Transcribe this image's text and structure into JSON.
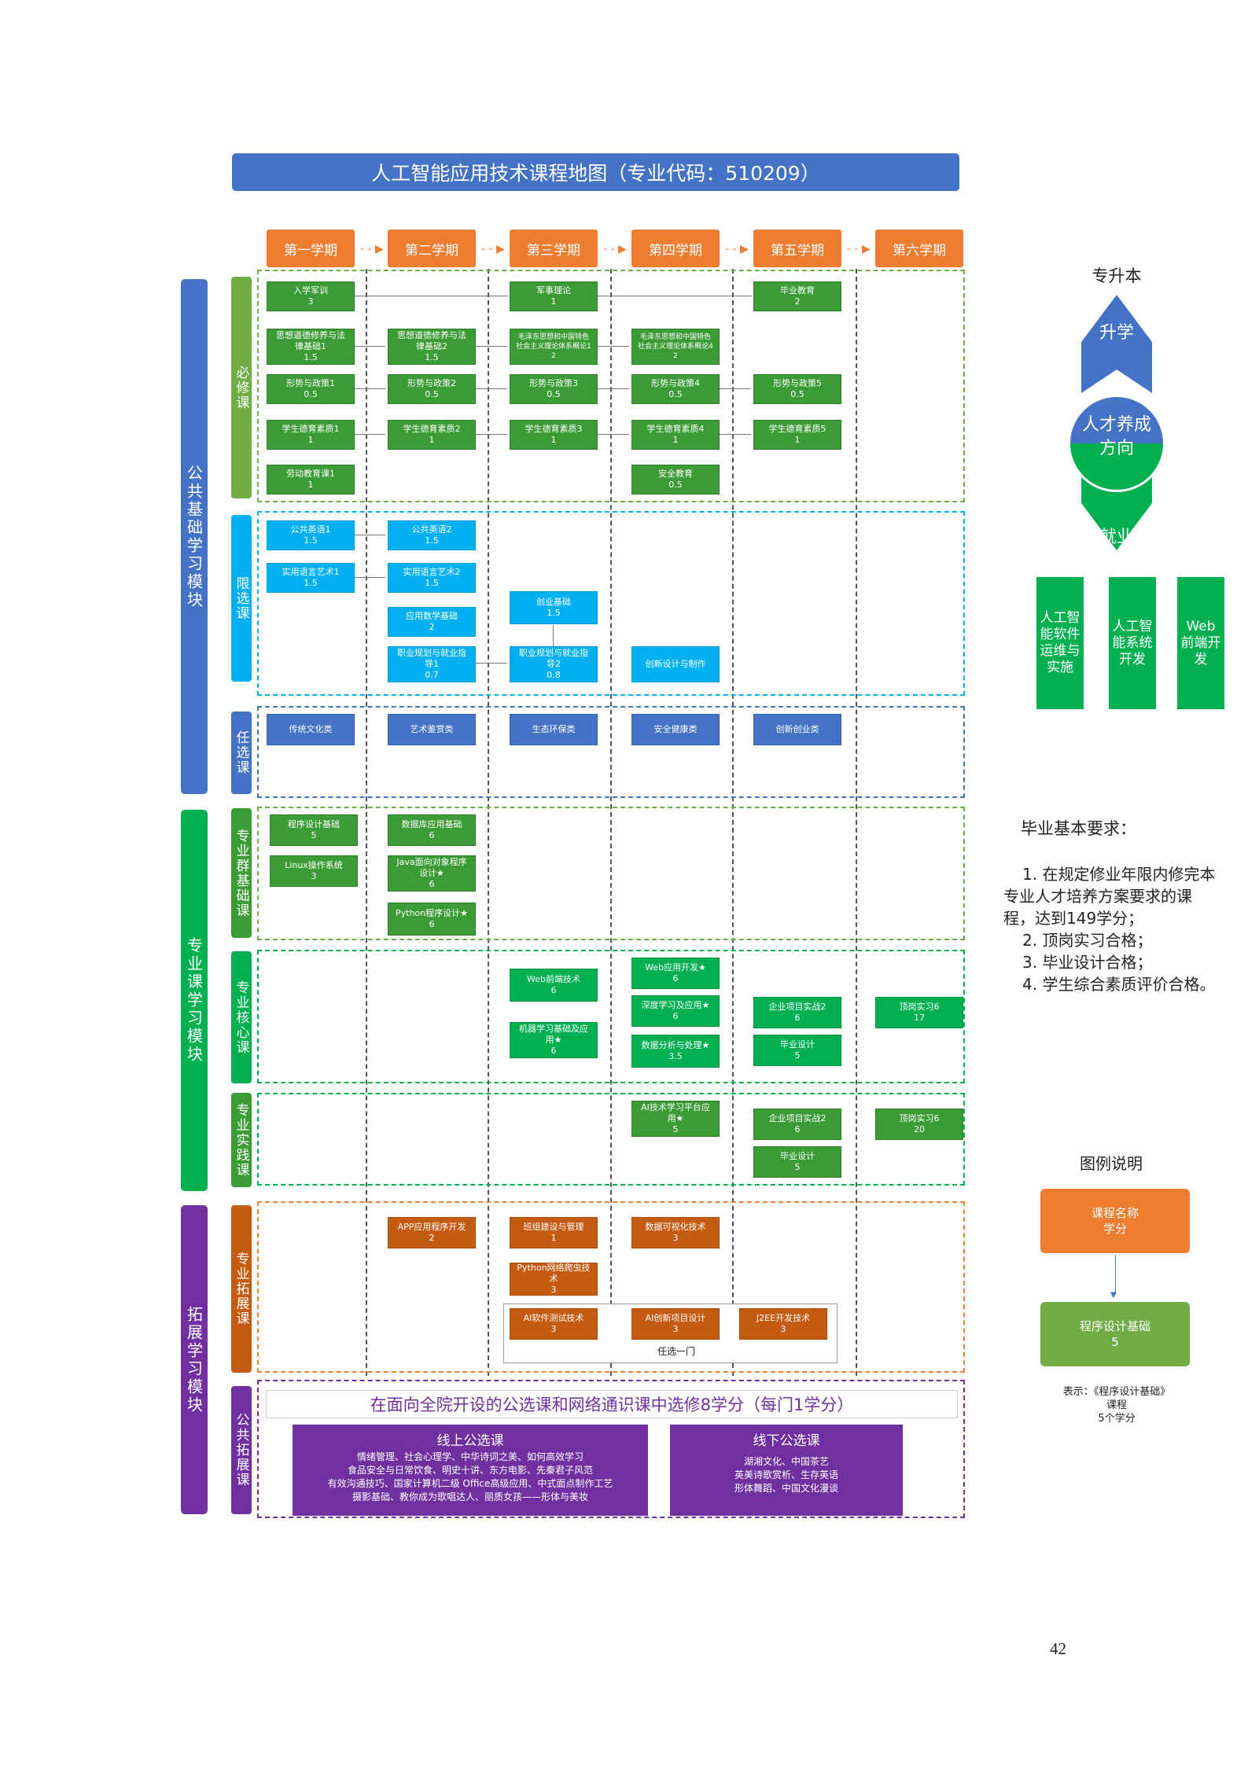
{
  "title": "人工智能应用技术课程地图（专业代码：510209）",
  "semesters": [
    "第一学期",
    "第二学期",
    "第三学期",
    "第四学期",
    "第五学期",
    "第六学期"
  ],
  "modules": {
    "public": "公共基础学习模块",
    "major": "专业课学习模块",
    "extend": "拓展学习模块"
  },
  "submodules": {
    "required": "必修课",
    "limited": "限选课",
    "optional": "任选课",
    "group_basic": "专业群基础课",
    "core": "专业核心课",
    "practice": "专业实践课",
    "expansion": "专业拓展课",
    "public_expansion": "公共拓展课"
  },
  "courses": {
    "c1": {
      "name": "入学军训",
      "credit": "3"
    },
    "c2": {
      "name": "军事理论",
      "credit": "1"
    },
    "c3": {
      "name": "毕业教育",
      "credit": "2"
    },
    "c4": {
      "name": "思想道德修养与法律基础1",
      "credit": "1.5"
    },
    "c5": {
      "name": "思想道德修养与法律基础2",
      "credit": "1.5"
    },
    "c6": {
      "name": "毛泽东思想和中国特色社会主义理论体系概论1",
      "credit": "2"
    },
    "c7": {
      "name": "毛泽东思想和中国特色社会主义理论体系概论4",
      "credit": "2"
    },
    "c8": {
      "name": "形势与政策1",
      "credit": "0.5"
    },
    "c9": {
      "name": "形势与政策2",
      "credit": "0.5"
    },
    "c10": {
      "name": "形势与政策3",
      "credit": "0.5"
    },
    "c11": {
      "name": "形势与政策4",
      "credit": "0.5"
    },
    "c12": {
      "name": "形势与政策5",
      "credit": "0.5"
    },
    "c13": {
      "name": "学生德育素质1",
      "credit": "1"
    },
    "c14": {
      "name": "学生德育素质2",
      "credit": "1"
    },
    "c15": {
      "name": "学生德育素质3",
      "credit": "1"
    },
    "c16": {
      "name": "学生德育素质4",
      "credit": "1"
    },
    "c17": {
      "name": "学生德育素质5",
      "credit": "1"
    },
    "c18": {
      "name": "劳动教育课1",
      "credit": "1"
    },
    "c19": {
      "name": "安全教育",
      "credit": "0.5"
    },
    "c20": {
      "name": "公共英语1",
      "credit": "1.5"
    },
    "c21": {
      "name": "公共英语2",
      "credit": "1.5"
    },
    "c22": {
      "name": "实用语言艺术1",
      "credit": "1.5"
    },
    "c23": {
      "name": "实用语言艺术2",
      "credit": "1.5"
    },
    "c24": {
      "name": "应用数学基础",
      "credit": "2"
    },
    "c25": {
      "name": "创业基础",
      "credit": "1.5"
    },
    "c26": {
      "name": "职业规划与就业指导1",
      "credit": "0.7"
    },
    "c27": {
      "name": "职业规划与就业指导2",
      "credit": "0.8"
    },
    "c28": {
      "name": "创新设计与制作",
      "credit": ""
    },
    "c29": {
      "name": "传统文化类",
      "credit": ""
    },
    "c30": {
      "name": "艺术鉴赏类",
      "credit": ""
    },
    "c31": {
      "name": "生态环保类",
      "credit": ""
    },
    "c32": {
      "name": "安全健康类",
      "credit": ""
    },
    "c33": {
      "name": "创新创业类",
      "credit": ""
    },
    "c34": {
      "name": "程序设计基础",
      "credit": "5"
    },
    "c35": {
      "name": "Linux操作系统",
      "credit": "3"
    },
    "c36": {
      "name": "数据库应用基础",
      "credit": "6"
    },
    "c37": {
      "name": "Java面向对象程序设计★",
      "credit": "6"
    },
    "c38": {
      "name": "Python程序设计★",
      "credit": "6"
    },
    "c39": {
      "name": "Web前端技术",
      "credit": "6"
    },
    "c40": {
      "name": "机器学习基础及应用★",
      "credit": "6"
    },
    "c41": {
      "name": "Web应用开发★",
      "credit": "6"
    },
    "c42": {
      "name": "深度学习及应用★",
      "credit": "6"
    },
    "c43": {
      "name": "数据分析与处理★",
      "credit": "3.5"
    },
    "c44": {
      "name": "企业项目实战2",
      "credit": "6"
    },
    "c45": {
      "name": "毕业设计",
      "credit": "5"
    },
    "c46": {
      "name": "顶岗实习6",
      "credit": "17"
    },
    "c47": {
      "name": "AI技术学习平台应用★",
      "credit": "5"
    },
    "c48": {
      "name": "企业项目实战2",
      "credit": "6"
    },
    "c49": {
      "name": "毕业设计",
      "credit": "5"
    },
    "c50": {
      "name": "顶岗实习6",
      "credit": "20"
    },
    "c51": {
      "name": "APP应用程序开发",
      "credit": "2"
    },
    "c52": {
      "name": "班组建设与管理",
      "credit": "1"
    },
    "c53": {
      "name": "数据可视化技术",
      "credit": "3"
    },
    "c54": {
      "name": "Python网络爬虫技术",
      "credit": "3"
    },
    "c55": {
      "name": "AI软件测试技术",
      "credit": "3"
    },
    "c56": {
      "name": "AI创新项目设计",
      "credit": "3"
    },
    "c57": {
      "name": "J2EE开发技术",
      "credit": "3"
    }
  },
  "elective_note": "任选一门",
  "public_expansion": {
    "headline": "在面向全院开设的公选课和网络通识课中选修8学分（每门1学分）",
    "online_title": "线上公选课",
    "online_lines": [
      "情绪管理、社会心理学、中华诗词之美、如何高效学习",
      "食品安全与日常饮食、明史十讲、东方电影、先秦君子风范",
      "有效沟通技巧、国家计算机二级 Office高级应用、中式面点制作工艺",
      "摄影基础、教你成为歌唱达人、丽质女孩——形体与美妆"
    ],
    "offline_title": "线下公选课",
    "offline_lines": [
      "湖湘文化、中国茶艺",
      "英美诗歌赏析、生存英语",
      "形体舞蹈、中国文化漫谈"
    ]
  },
  "direction": {
    "top": "专升本",
    "up": "升学",
    "center_line1": "人才养成",
    "center_line2": "方向",
    "down": "就业",
    "careers": [
      "人工智能软件运维与实施",
      "人工智能系统开发",
      "Web前端开发"
    ]
  },
  "requirements": {
    "title": "毕业基本要求：",
    "lines": [
      "1. 在规定修业年限内修完本",
      "专业人才培养方案要求的课",
      "程，达到149学分；",
      "2. 顶岗实习合格；",
      "3. 毕业设计合格；",
      "4. 学生综合素质评价合格。"
    ]
  },
  "legend": {
    "title": "图例说明",
    "box1_name": "课程名称",
    "box1_credit": "学分",
    "box2_name": "程序设计基础",
    "box2_credit": "5",
    "note_line1": "表示：《程序设计基础》",
    "note_line2": "课程",
    "note_line3": "5个学分"
  },
  "page_number": "42",
  "colors": {
    "title": "#4472c4",
    "semester": "#ed7d31",
    "public_module": "#4472c4",
    "major_module": "#00b050",
    "extend_module": "#7030a0",
    "required": "#70ad47",
    "limited": "#00b0f0",
    "optional": "#4472c4",
    "expansion": "#c55a11"
  }
}
